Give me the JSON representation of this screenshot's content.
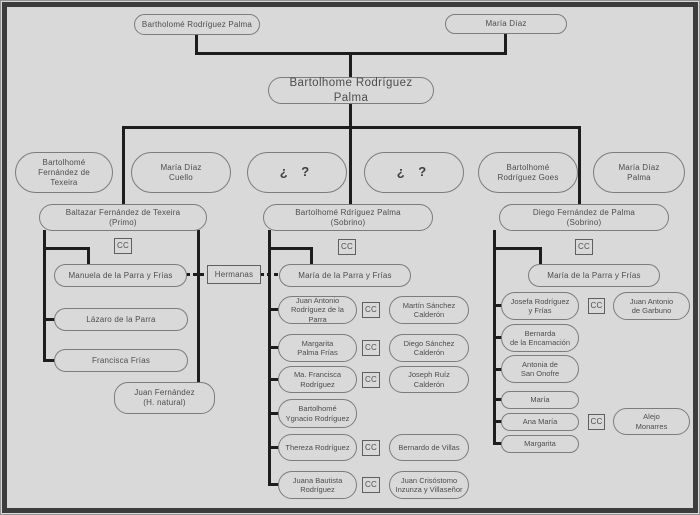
{
  "palette": {
    "background": "#d9d9d9",
    "frame": "#3c3c3c",
    "connector": "#1d1d1d",
    "box_border": "#7c7c7c",
    "text": "#4d4d4d"
  },
  "tree": {
    "grandparents": {
      "father": "Bartholomé Rodríguez Palma",
      "mother": "María Díaz"
    },
    "root": "Bartolhome Rodríguez Palma",
    "parent_couples": [
      "Bartolhomé\nFernández de\nTexeira",
      "María Díaz\nCuello",
      "¿  ?",
      "¿  ?",
      "Bartolhomé\nRodríguez Goes",
      "María Díaz\nPalma"
    ],
    "cc_label": "CC",
    "hermanas_label": "Hermanas",
    "left": {
      "head": "Baltazar Fernández de Texeira\n(Primo)",
      "spouse": "Manuela de la Parra y Frías",
      "children": [
        "Lázaro de la Parra",
        "Francisca Frías",
        "Juan Fernández\n(H. natural)"
      ]
    },
    "middle": {
      "head": "Bartolhomé Rdríguez Palma\n(Sobrino)",
      "spouse": "María de la Parra y Frías",
      "children": [
        {
          "name": "Juan Antonio\nRodríguez de la Parra",
          "partner": "Martín Sánchez\nCalderón"
        },
        {
          "name": "Margarita\nPalma Frías",
          "partner": "Diego Sánchez\nCalderón"
        },
        {
          "name": "Ma. Francisca\nRodríguez",
          "partner": "Joseph Ruíz\nCalderón"
        },
        {
          "name": "Bartolhomé\nYgnacio Rodríguez",
          "partner": ""
        },
        {
          "name": "Thereza Rodríguez",
          "partner": "Bernardo de Villas"
        },
        {
          "name": "Juana Bautista\nRodríguez",
          "partner": "Juan Crisóstomo\nInzunza y Villaseñor"
        }
      ]
    },
    "right": {
      "head": "Diego Fernández de Palma\n(Sobrino)",
      "spouse": "María de la Parra y Frías",
      "children": [
        {
          "name": "Josefa Rodríguez\ny Frías",
          "partner": "Juan Antonio\nde Garbuno"
        },
        {
          "name": "Bernarda\nde la Encarnación",
          "partner": ""
        },
        {
          "name": "Antonia de\nSan Onofre",
          "partner": ""
        },
        {
          "name": "María",
          "partner": ""
        },
        {
          "name": "Ana María",
          "partner": "Alejo\nMonarres"
        },
        {
          "name": "Margarita",
          "partner": ""
        }
      ]
    }
  }
}
